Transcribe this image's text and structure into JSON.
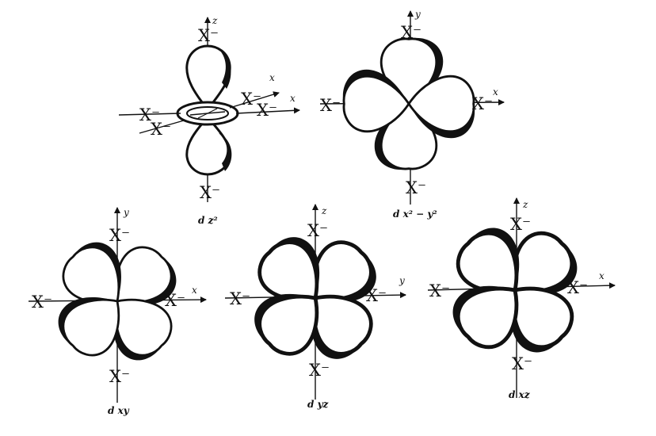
{
  "ligand": "X⁻",
  "axes": {
    "z": "z",
    "y": "y",
    "x": "x"
  },
  "orbitals": [
    {
      "id": "dz2",
      "label": "d z²"
    },
    {
      "id": "dx2y2",
      "label": "d x² − y²"
    },
    {
      "id": "dxy",
      "label": "d xy"
    },
    {
      "id": "dyz",
      "label": "d yz"
    },
    {
      "id": "dxz",
      "label": "d xz"
    }
  ],
  "colors": {
    "ink": "#111111",
    "lobe_fill": "#ffffff",
    "background": "#ffffff"
  }
}
